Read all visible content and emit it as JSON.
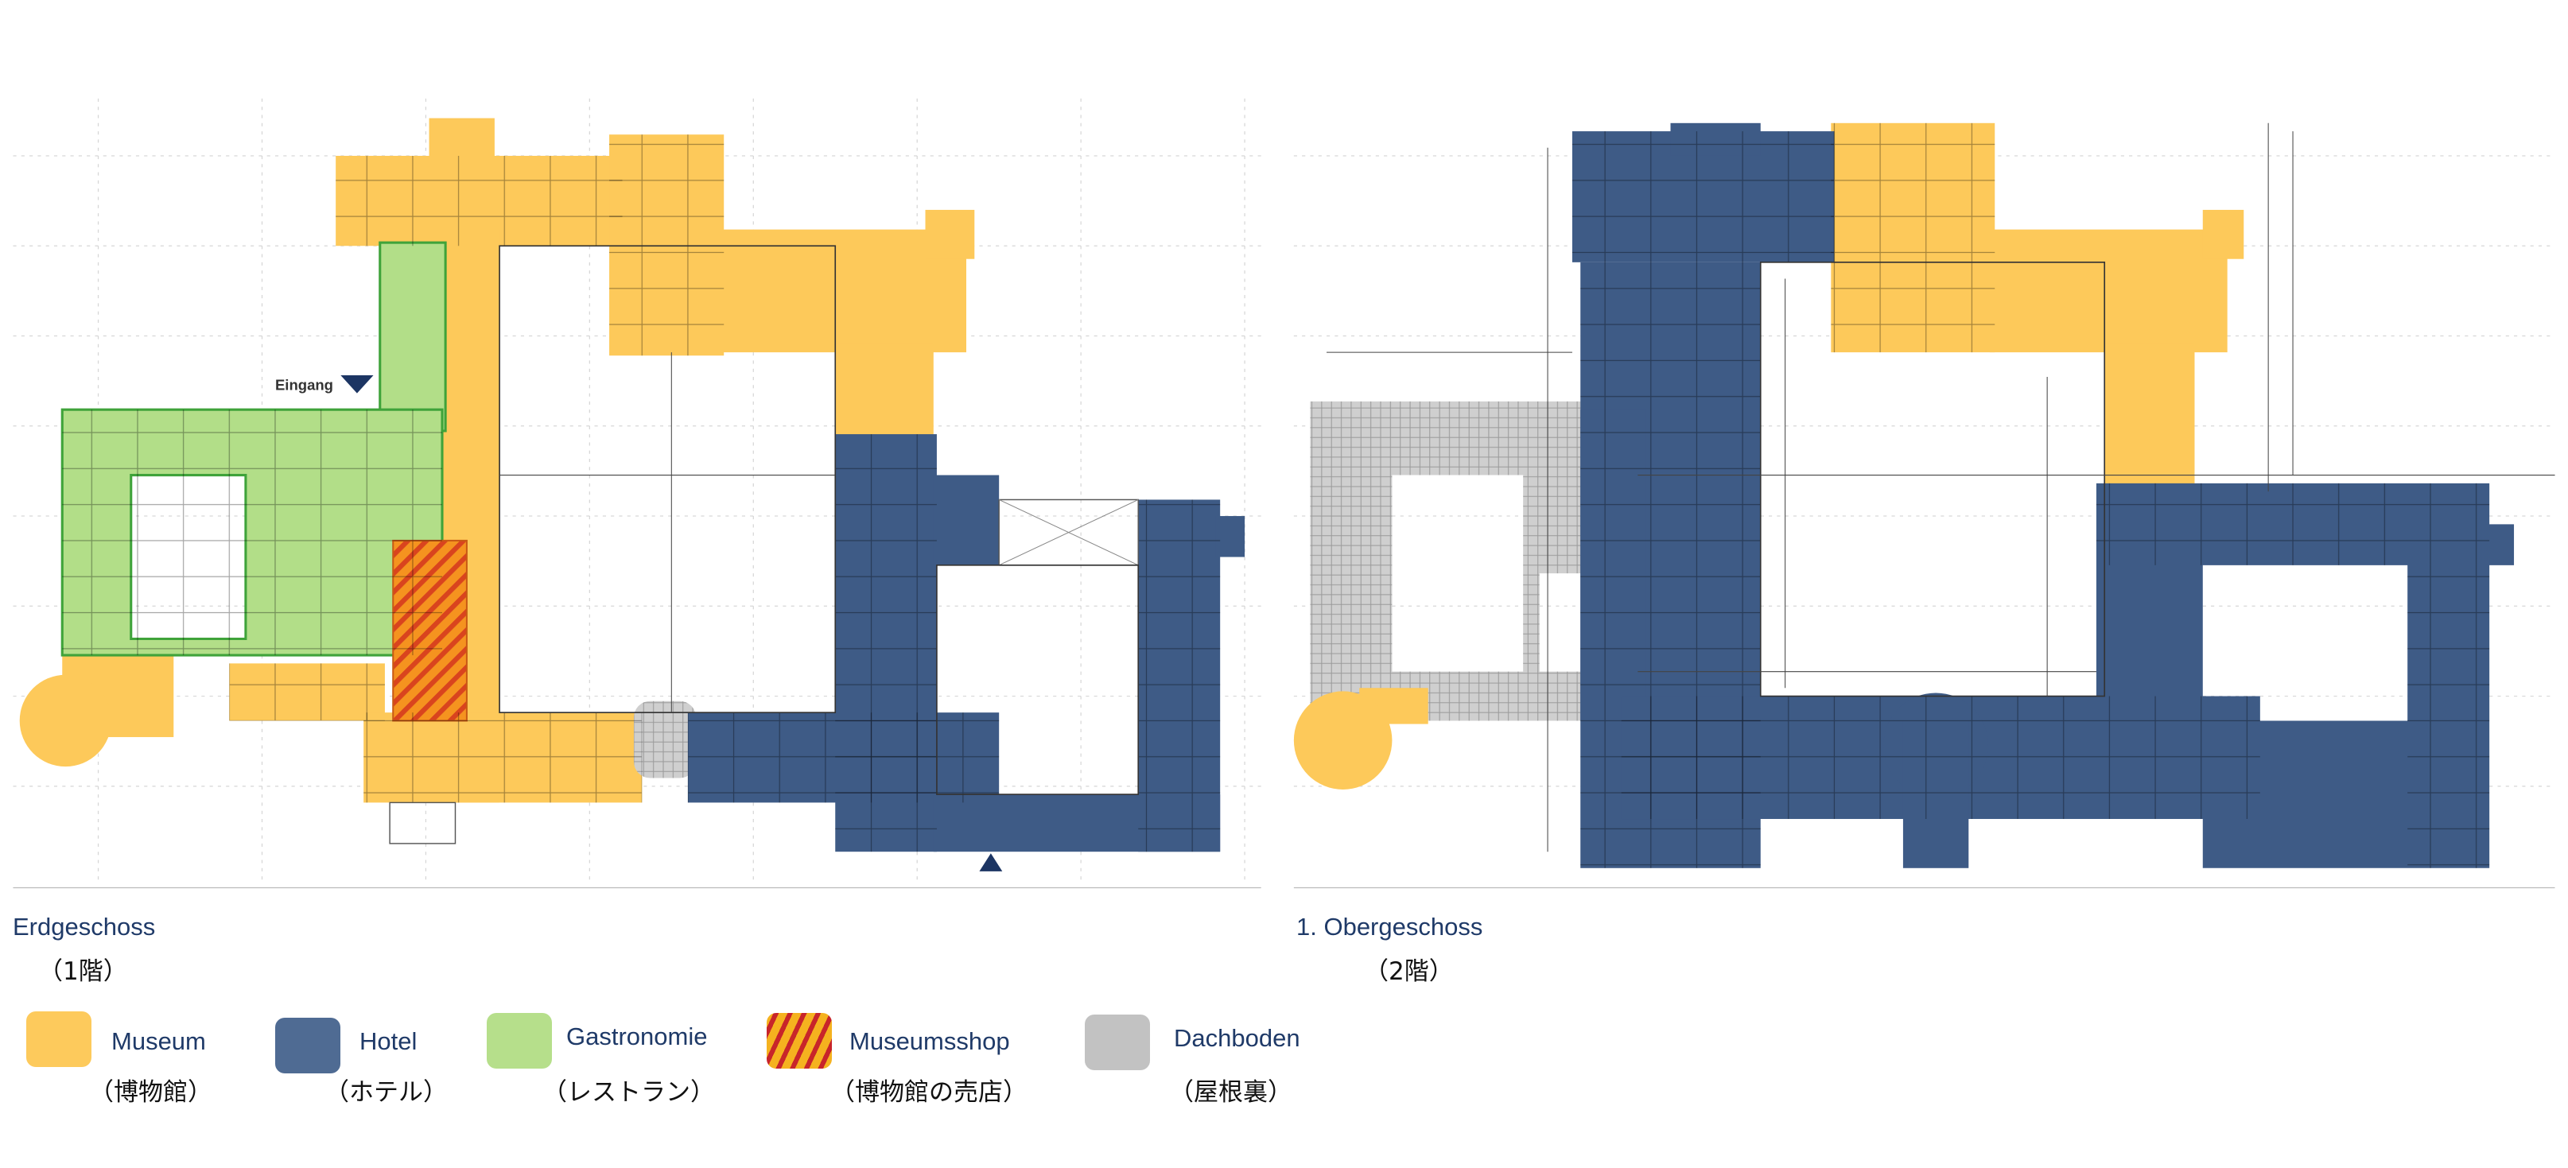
{
  "plans": {
    "ground_floor": {
      "title": "Erdgeschoss",
      "subtitle": "（1階）",
      "entrance_label": "Eingang"
    },
    "first_floor": {
      "title": "1. Obergeschoss",
      "subtitle": "（2階）"
    }
  },
  "legend": [
    {
      "label": "Museum",
      "label_jp": "（博物館）",
      "color": "#fdca5c",
      "pattern": "solid"
    },
    {
      "label": "Hotel",
      "label_jp": "（ホテル）",
      "color": "#4f6b93",
      "pattern": "solid"
    },
    {
      "label": "Gastronomie",
      "label_jp": "（レストラン）",
      "color": "#b6df8b",
      "pattern": "solid"
    },
    {
      "label": "Museumsshop",
      "label_jp": "（博物館の売店）",
      "color": "#f5b21f",
      "pattern": "stripes-red"
    },
    {
      "label": "Dachboden",
      "label_jp": "（屋根裏）",
      "color": "#c2c2c2",
      "pattern": "solid"
    }
  ],
  "colors": {
    "museum": "#fdc95a",
    "hotel": "#3e5b86",
    "gastro": "#b2de88",
    "shop_stripe": "#c8252a",
    "attic": "#c6c6c6",
    "text": "#1f3a68"
  }
}
